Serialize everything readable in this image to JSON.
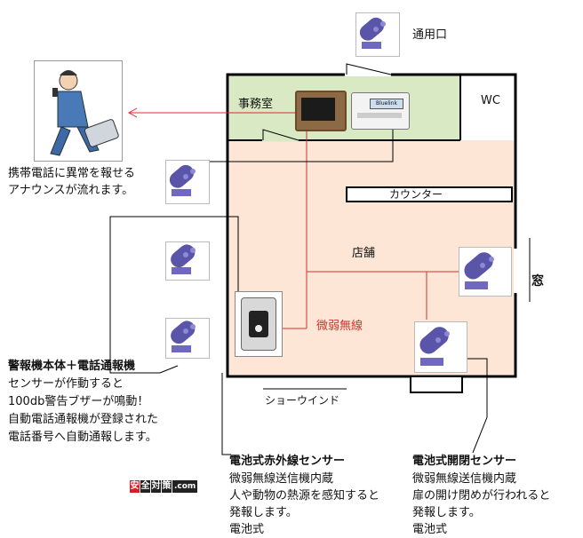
{
  "floor": {
    "office_label": "事務室",
    "wc_label": "WC",
    "counter_label": "カウンター",
    "store_label": "店舗",
    "window_label": "窓",
    "service_entrance_label": "通用口",
    "showwindow_label": "ショーウインド",
    "wireless_label": "微弱無線"
  },
  "phone_note": {
    "line1": "携帯電話に異常を報せる",
    "line2": "アナウンスが流れます。"
  },
  "alarm_unit": {
    "title": "警報機本体＋電話通報機",
    "line1": "センサーが作動すると",
    "line2": "100db警告ブザーが鳴動！",
    "line3": "自動電話通報機が登録された",
    "line4": "電話番号へ自動通報します。"
  },
  "ir_sensor": {
    "title": "電池式赤外線センサー",
    "line1": "微弱無線送信機内蔵",
    "line2": "人や動物の熱源を感知すると",
    "line3": "発報します。",
    "line4": "電池式"
  },
  "door_sensor": {
    "title": "電池式開閉センサー",
    "line1": "微弱無線送信機内蔵",
    "line2": "扉の開け閉めが行われると",
    "line3": "発報します。",
    "line4": "電池式"
  },
  "logo": {
    "chars": [
      "安",
      "全",
      "対",
      "策"
    ],
    "suffix": ".com"
  },
  "device_display": {
    "text": "Bluelink"
  },
  "colors": {
    "office_fill": "#d8e9c4",
    "store_fill": "#fde6d6",
    "red_line": "#d43030",
    "sensor_purple": "#5a55a8"
  }
}
